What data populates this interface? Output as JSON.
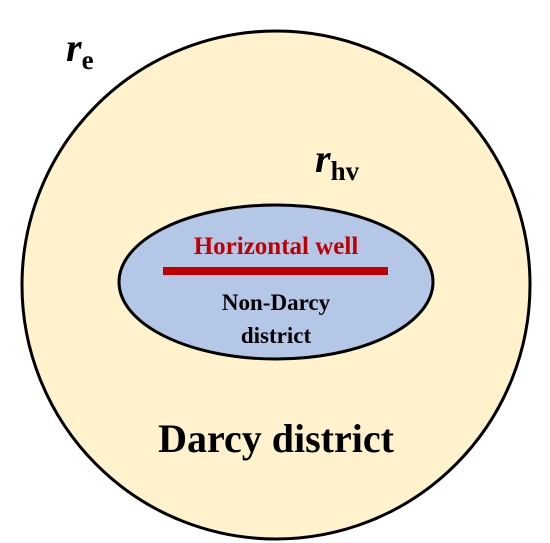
{
  "outer_boundary": {
    "symbol": "r",
    "subscript": "e",
    "fill": "#FFF2CC"
  },
  "inner_boundary": {
    "symbol": "r",
    "subscript": "hv",
    "fill": "#B4C7E7"
  },
  "well": {
    "label": "Horizontal well",
    "color": "#C00000"
  },
  "non_darcy_label": {
    "line1": "Non-Darcy",
    "line2": "district"
  },
  "darcy_label": "Darcy district",
  "stroke_color": "#000000"
}
